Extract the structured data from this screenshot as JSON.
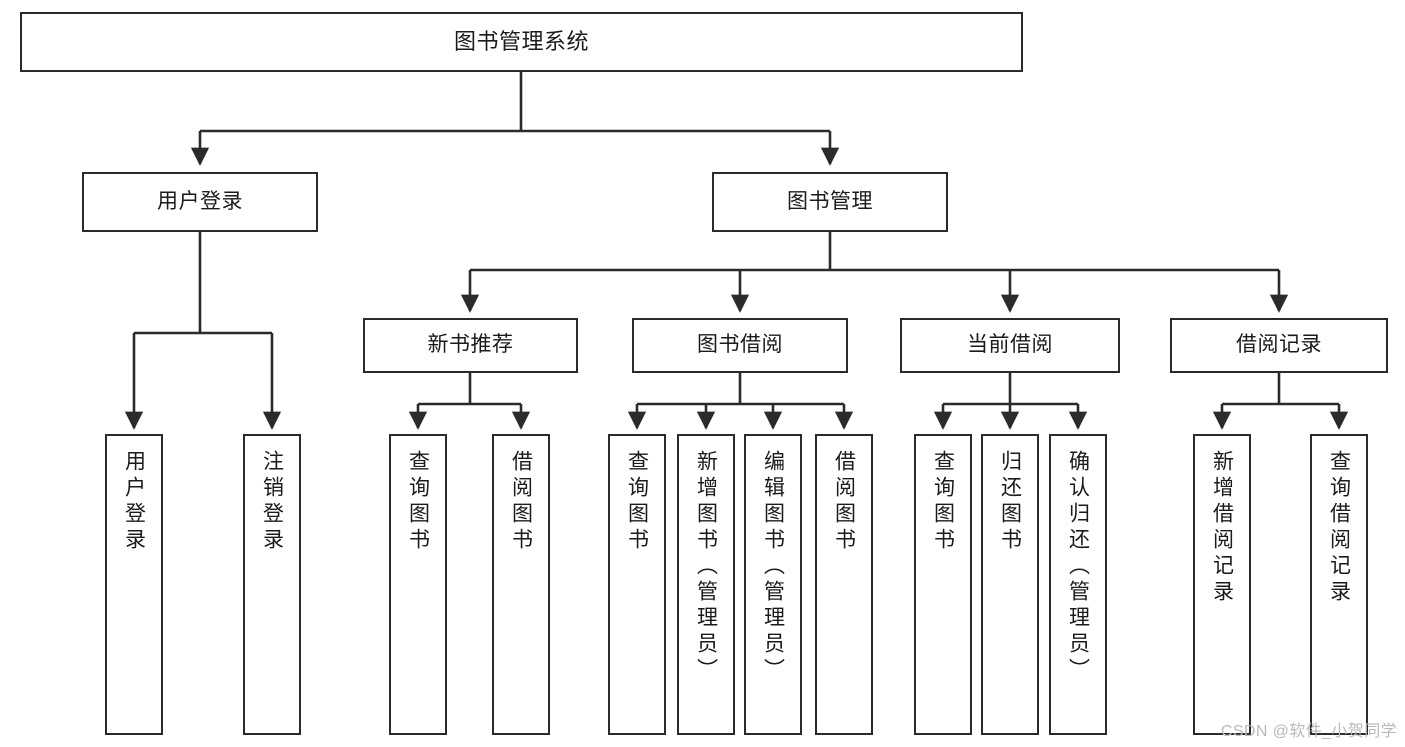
{
  "diagram": {
    "title": "图书管理系统",
    "type": "tree-hierarchy-chart",
    "root": {
      "id": "root",
      "label": "图书管理系统"
    },
    "level1": [
      {
        "id": "user-login",
        "label": "用户登录"
      },
      {
        "id": "book-management",
        "label": "图书管理"
      }
    ],
    "level2": [
      {
        "id": "new-book-recommend",
        "label": "新书推荐",
        "parent": "book-management"
      },
      {
        "id": "book-borrow",
        "label": "图书借阅",
        "parent": "book-management"
      },
      {
        "id": "current-borrow",
        "label": "当前借阅",
        "parent": "book-management"
      },
      {
        "id": "borrow-record",
        "label": "借阅记录",
        "parent": "book-management"
      }
    ],
    "leaves": [
      {
        "id": "leaf-user-login",
        "label": "用户登录",
        "parent": "user-login"
      },
      {
        "id": "leaf-logout",
        "label": "注销登录",
        "parent": "user-login"
      },
      {
        "id": "leaf-query-book-1",
        "label": "查询图书",
        "parent": "new-book-recommend"
      },
      {
        "id": "leaf-borrow-book-1",
        "label": "借阅图书",
        "parent": "new-book-recommend"
      },
      {
        "id": "leaf-query-book-2",
        "label": "查询图书",
        "parent": "book-borrow"
      },
      {
        "id": "leaf-add-book",
        "label": "新增图书（管理员）",
        "parent": "book-borrow"
      },
      {
        "id": "leaf-edit-book",
        "label": "编辑图书（管理员）",
        "parent": "book-borrow"
      },
      {
        "id": "leaf-borrow-book-2",
        "label": "借阅图书",
        "parent": "book-borrow"
      },
      {
        "id": "leaf-query-book-3",
        "label": "查询图书",
        "parent": "current-borrow"
      },
      {
        "id": "leaf-return-book",
        "label": "归还图书",
        "parent": "current-borrow"
      },
      {
        "id": "leaf-confirm-return",
        "label": "确认归还（管理员）",
        "parent": "current-borrow"
      },
      {
        "id": "leaf-add-record",
        "label": "新增借阅记录",
        "parent": "borrow-record"
      },
      {
        "id": "leaf-query-record",
        "label": "查询借阅记录",
        "parent": "borrow-record"
      }
    ]
  },
  "watermark": {
    "text": "CSDN @软件_小贺同学"
  },
  "colors": {
    "stroke": "#2b2b2b",
    "box_fill": "#ffffff",
    "text": "#1b1b1b",
    "background": "#ffffff",
    "watermark": "#b9b9b9"
  }
}
